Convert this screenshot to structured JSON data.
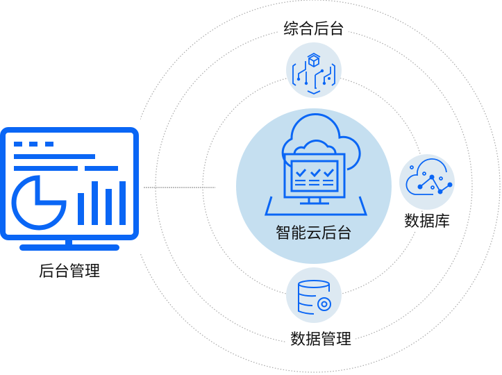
{
  "left": {
    "label": "后台管理"
  },
  "center": {
    "label": "智能云后台"
  },
  "nodes": {
    "top": {
      "label": "综合后台"
    },
    "right": {
      "label": "数据库"
    },
    "bottom": {
      "label": "数据管理"
    }
  },
  "colors": {
    "accent": "#0a66f5",
    "circle_fill": "#c5dff0",
    "icon_bg": "#dde9f2",
    "dotted": "#a0a0a0"
  }
}
